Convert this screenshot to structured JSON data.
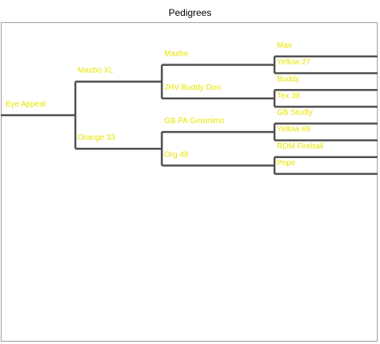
{
  "title": "Pedigrees",
  "colors": {
    "line": "#505050",
    "text": "#e6e600",
    "frame": "#a0a0a0"
  },
  "tree": {
    "name": "Eye Appeal",
    "children": [
      {
        "name": "Maxbo XL",
        "children": [
          {
            "name": "Maxbo",
            "children": [
              {
                "name": "Max"
              },
              {
                "name": "Yellow 27"
              }
            ]
          },
          {
            "name": "JHV Buddy Doo",
            "children": [
              {
                "name": "Buddy"
              },
              {
                "name": "Tex 38"
              }
            ]
          }
        ]
      },
      {
        "name": "Orange 33",
        "children": [
          {
            "name": "GB PA Geronimo",
            "children": [
              {
                "name": "GB Studly"
              },
              {
                "name": "Yellow 69"
              }
            ]
          },
          {
            "name": "Org 48",
            "children": [
              {
                "name": "RDM Fireball"
              },
              {
                "name": "Pope"
              }
            ]
          }
        ]
      }
    ]
  }
}
